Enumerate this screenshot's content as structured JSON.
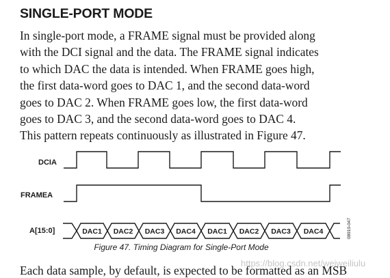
{
  "section": {
    "heading": "SINGLE-PORT MODE",
    "paragraph_lines": [
      "In single-port mode, a FRAME signal must be provided along",
      "with the DCI signal and the data. The FRAME signal indicates",
      "to which DAC the data is intended. When FRAME goes high,",
      "the first data-word goes to DAC 1, and the second data-word",
      "goes to DAC 2. When FRAME goes low, the first data-word",
      "goes to DAC 3, and the second data-word goes to DAC 4.",
      "This pattern repeats continuously as illustrated in Figure 47."
    ]
  },
  "figure": {
    "signals": {
      "dci": "DCIA",
      "frame": "FRAMEA",
      "data": "A[15:0]"
    },
    "data_words": [
      "DAC1",
      "DAC2",
      "DAC3",
      "DAC4",
      "DAC1",
      "DAC2",
      "DAC3",
      "DAC4"
    ],
    "figure_id": "08910-047",
    "caption": "Figure 47. Timing Diagram for Single-Port Mode"
  },
  "continuation": "Each data sample, by default, is expected to be formatted as an MSB",
  "watermark": "https://blog.csdn.net/weiweiliulu"
}
